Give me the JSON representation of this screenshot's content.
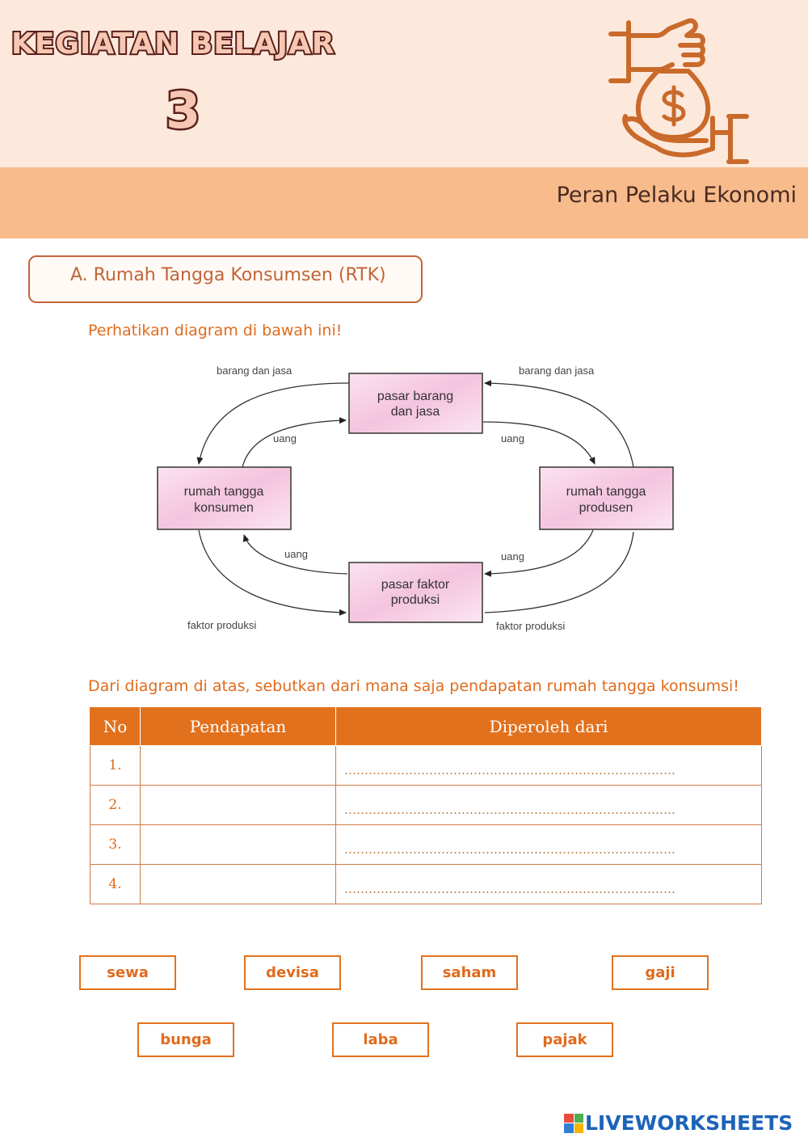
{
  "header": {
    "title": "KEGIATAN BELAJAR",
    "number": "3",
    "subtitle": "Peran Pelaku Ekonomi",
    "icon": "money-bag-hands-icon"
  },
  "section": {
    "heading": "A. Rumah Tangga Konsumsen (RTK)",
    "instruction1": "Perhatikan diagram di bawah ini!",
    "instruction2": "Dari diagram di atas, sebutkan dari mana saja pendapatan rumah tangga konsumsi!"
  },
  "diagram": {
    "box_pasar_barang": [
      "pasar barang",
      "dan jasa"
    ],
    "box_rtk": [
      "rumah tangga",
      "konsumen"
    ],
    "box_rtp": [
      "rumah tangga",
      "produsen"
    ],
    "box_pasar_faktor": [
      "pasar faktor",
      "produksi"
    ],
    "label_barang_left": "barang dan jasa",
    "label_barang_right": "barang dan jasa",
    "label_uang_top_left": "uang",
    "label_uang_top_right": "uang",
    "label_uang_bottom_left": "uang",
    "label_uang_bottom_right": "uang",
    "label_faktor_left": "faktor produksi",
    "label_faktor_right": "faktor produksi"
  },
  "table": {
    "headers": [
      "No",
      "Pendapatan",
      "Diperoleh dari"
    ],
    "rows": [
      {
        "no": "1.",
        "pendapatan": "",
        "dots": "………………………………………………………………………."
      },
      {
        "no": "2.",
        "pendapatan": "",
        "dots": "………………………………………………………………………."
      },
      {
        "no": "3.",
        "pendapatan": "",
        "dots": "………………………………………………………………………."
      },
      {
        "no": "4.",
        "pendapatan": "",
        "dots": "………………………………………………………………………."
      }
    ]
  },
  "answer_chips": [
    "sewa",
    "devisa",
    "saham",
    "gaji",
    "bunga",
    "laba",
    "pajak"
  ],
  "footer": {
    "brand": "LIVEWORKSHEETS",
    "logo_colors": [
      "#e94b3c",
      "#4caf50",
      "#2f7fd8",
      "#f4b400"
    ]
  }
}
